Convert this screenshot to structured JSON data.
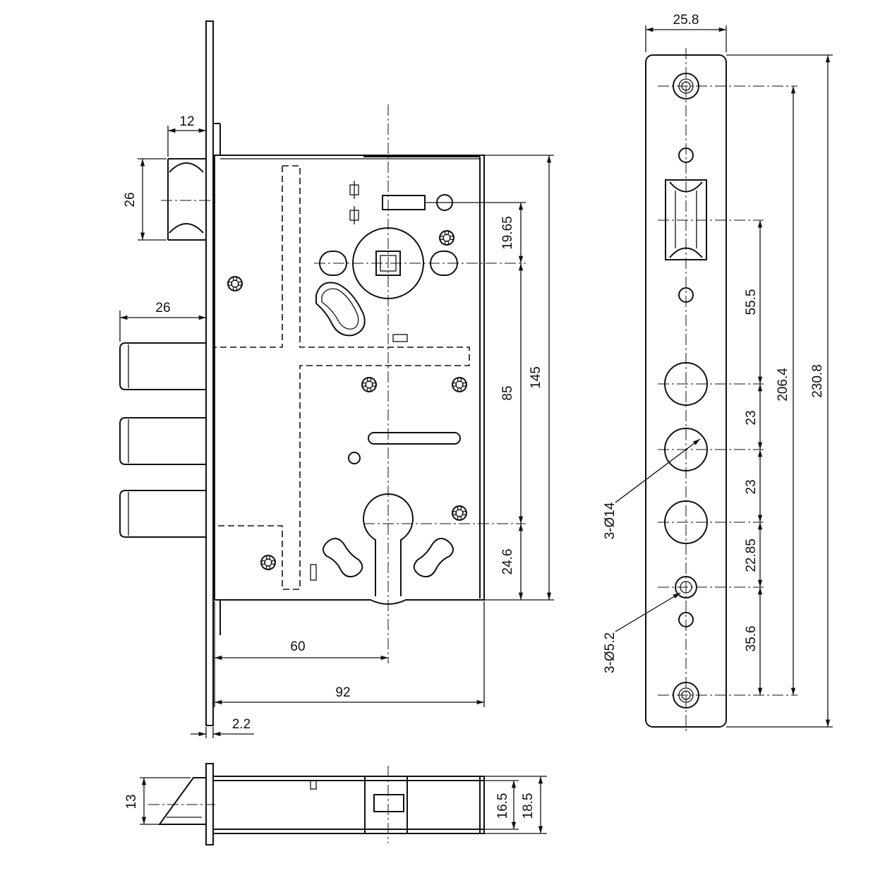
{
  "dimensions": {
    "front_view": {
      "bolt_throw": "12",
      "latch_height": "26",
      "deadbolt_projection": "26",
      "spindle_to_top_hole": "19.65",
      "spindle_to_cylinder": "85",
      "body_height": "145",
      "cylinder_to_bottom": "24.6",
      "backset": "60",
      "body_depth": "92",
      "faceplate_thickness": "2.2"
    },
    "faceplate_view": {
      "width": "25.8",
      "pitch_1": "55.5",
      "pitch_2": "23",
      "pitch_3": "23",
      "pitch_4": "22.85",
      "pitch_5": "35.6",
      "screw_span": "206.4",
      "overall_length": "230.8",
      "bolt_hole_callout": "3-Ø14",
      "screw_hole_callout": "3-Ø5.2"
    },
    "side_view": {
      "latch_width": "13",
      "case_inner": "16.5",
      "case_outer": "18.5"
    }
  }
}
